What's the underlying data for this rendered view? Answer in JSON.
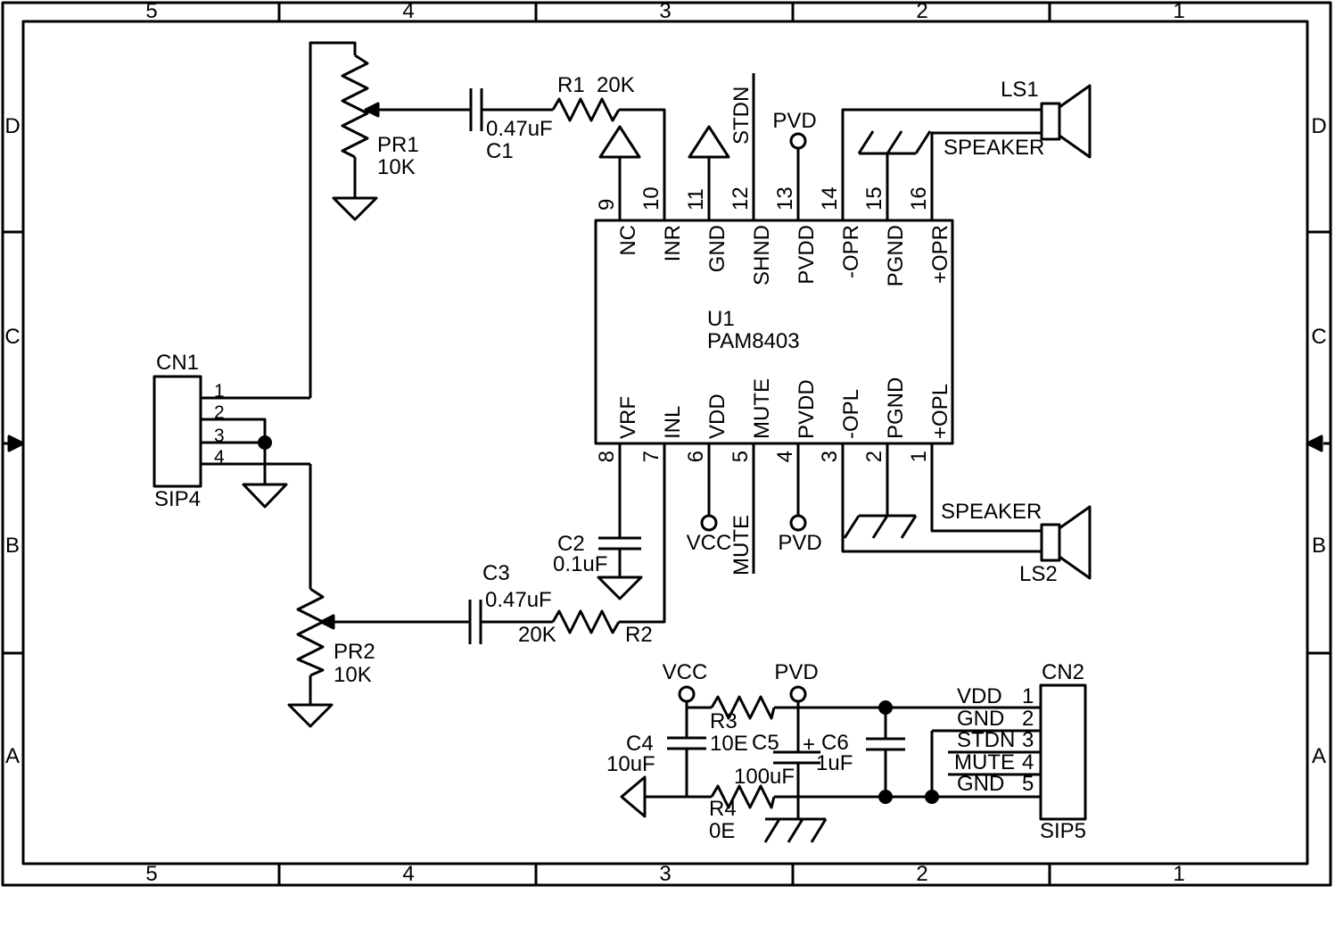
{
  "frame": {
    "top_zones": [
      "5",
      "4",
      "3",
      "2",
      "1"
    ],
    "bottom_zones": [
      "5",
      "4",
      "3",
      "2",
      "1"
    ],
    "left_zones": [
      "D",
      "C",
      "B",
      "A"
    ],
    "right_zones": [
      "D",
      "C",
      "B",
      "A"
    ]
  },
  "ic": {
    "ref": "U1",
    "part": "PAM8403",
    "top_pins": [
      {
        "num": "9",
        "name": "NC"
      },
      {
        "num": "10",
        "name": "INR"
      },
      {
        "num": "11",
        "name": "GND"
      },
      {
        "num": "12",
        "name": "SHND"
      },
      {
        "num": "13",
        "name": "PVDD"
      },
      {
        "num": "14",
        "name": "-OPR"
      },
      {
        "num": "15",
        "name": "PGND"
      },
      {
        "num": "16",
        "name": "+OPR"
      }
    ],
    "bottom_pins": [
      {
        "num": "8",
        "name": "VRF"
      },
      {
        "num": "7",
        "name": "INL"
      },
      {
        "num": "6",
        "name": "VDD"
      },
      {
        "num": "5",
        "name": "MUTE"
      },
      {
        "num": "4",
        "name": "PVDD"
      },
      {
        "num": "3",
        "name": "-OPL"
      },
      {
        "num": "2",
        "name": "PGND"
      },
      {
        "num": "1",
        "name": "+OPL"
      }
    ]
  },
  "components": {
    "pr1": {
      "ref": "PR1",
      "value": "10K"
    },
    "pr2": {
      "ref": "PR2",
      "value": "10K"
    },
    "r1": {
      "ref": "R1",
      "value": "20K"
    },
    "r2": {
      "ref": "R2",
      "value": "20K"
    },
    "r3": {
      "ref": "R3",
      "value": "10E"
    },
    "r4": {
      "ref": "R4",
      "value": "0E"
    },
    "c1": {
      "ref": "C1",
      "value": "0.47uF"
    },
    "c2": {
      "ref": "C2",
      "value": "0.1uF"
    },
    "c3": {
      "ref": "C3",
      "value": "0.47uF"
    },
    "c4": {
      "ref": "C4",
      "value": "10uF"
    },
    "c5": {
      "ref": "C5",
      "value": "100uF",
      "polarity": "+"
    },
    "c6": {
      "ref": "C6",
      "value": "1uF"
    }
  },
  "connectors": {
    "cn1": {
      "ref": "CN1",
      "type": "SIP4",
      "pins": [
        "1",
        "2",
        "3",
        "4"
      ]
    },
    "cn2": {
      "ref": "CN2",
      "type": "SIP5",
      "pins": [
        {
          "name": "VDD",
          "num": "1"
        },
        {
          "name": "GND",
          "num": "2"
        },
        {
          "name": "STDN",
          "num": "3"
        },
        {
          "name": "MUTE",
          "num": "4"
        },
        {
          "name": "GND",
          "num": "5"
        }
      ]
    }
  },
  "speakers": {
    "ls1": {
      "ref": "LS1",
      "label": "SPEAKER"
    },
    "ls2": {
      "ref": "LS2",
      "label": "SPEAKER"
    }
  },
  "net_labels": {
    "vcc_pin6": "VCC",
    "pvd_pin13": "PVD",
    "pvd_pin4": "PVD",
    "vcc_pwr": "VCC",
    "pvd_pwr": "PVD",
    "stdn": "STDN",
    "mute": "MUTE"
  },
  "colors": {
    "ink": "#000000",
    "paper": "#ffffff"
  }
}
